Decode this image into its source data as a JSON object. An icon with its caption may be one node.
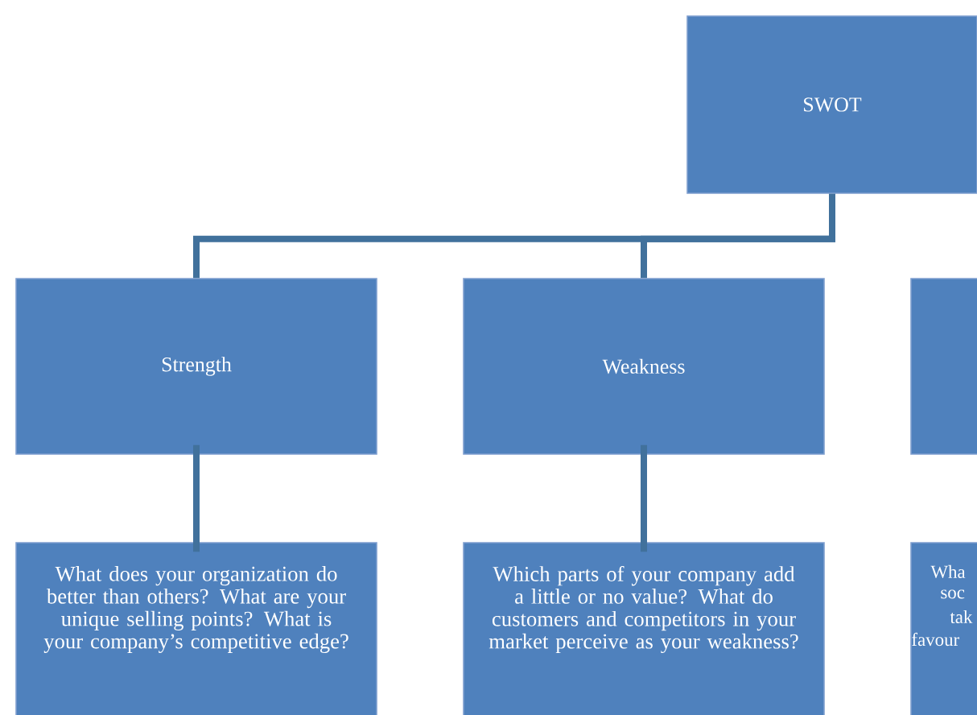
{
  "diagram": {
    "nodes": [
      {
        "text": [
          "SWOT"
        ]
      },
      {
        "text": [
          "Strength"
        ]
      },
      {
        "text": [
          "Weakness"
        ]
      },
      {
        "text": [],
        "shape": "box"
      },
      {
        "text": [
          "What does your organization do better than others? What are your unique selling points? What is your company’s competitive edge?"
        ]
      },
      {
        "text": [
          "Which parts of your company add a little or no value? What do customers and competitors in your market perceive as your weakness?"
        ]
      },
      {
        "text": [
          "Wha",
          "soc",
          "tak",
          "favour"
        ]
      }
    ],
    "edges": [
      {
        "from": 0,
        "to": 1,
        "arrow": "none"
      },
      {
        "from": 0,
        "to": 2,
        "arrow": "none"
      },
      {
        "from": 1,
        "to": 4,
        "arrow": "none"
      },
      {
        "from": 2,
        "to": 5,
        "arrow": "none"
      }
    ]
  }
}
